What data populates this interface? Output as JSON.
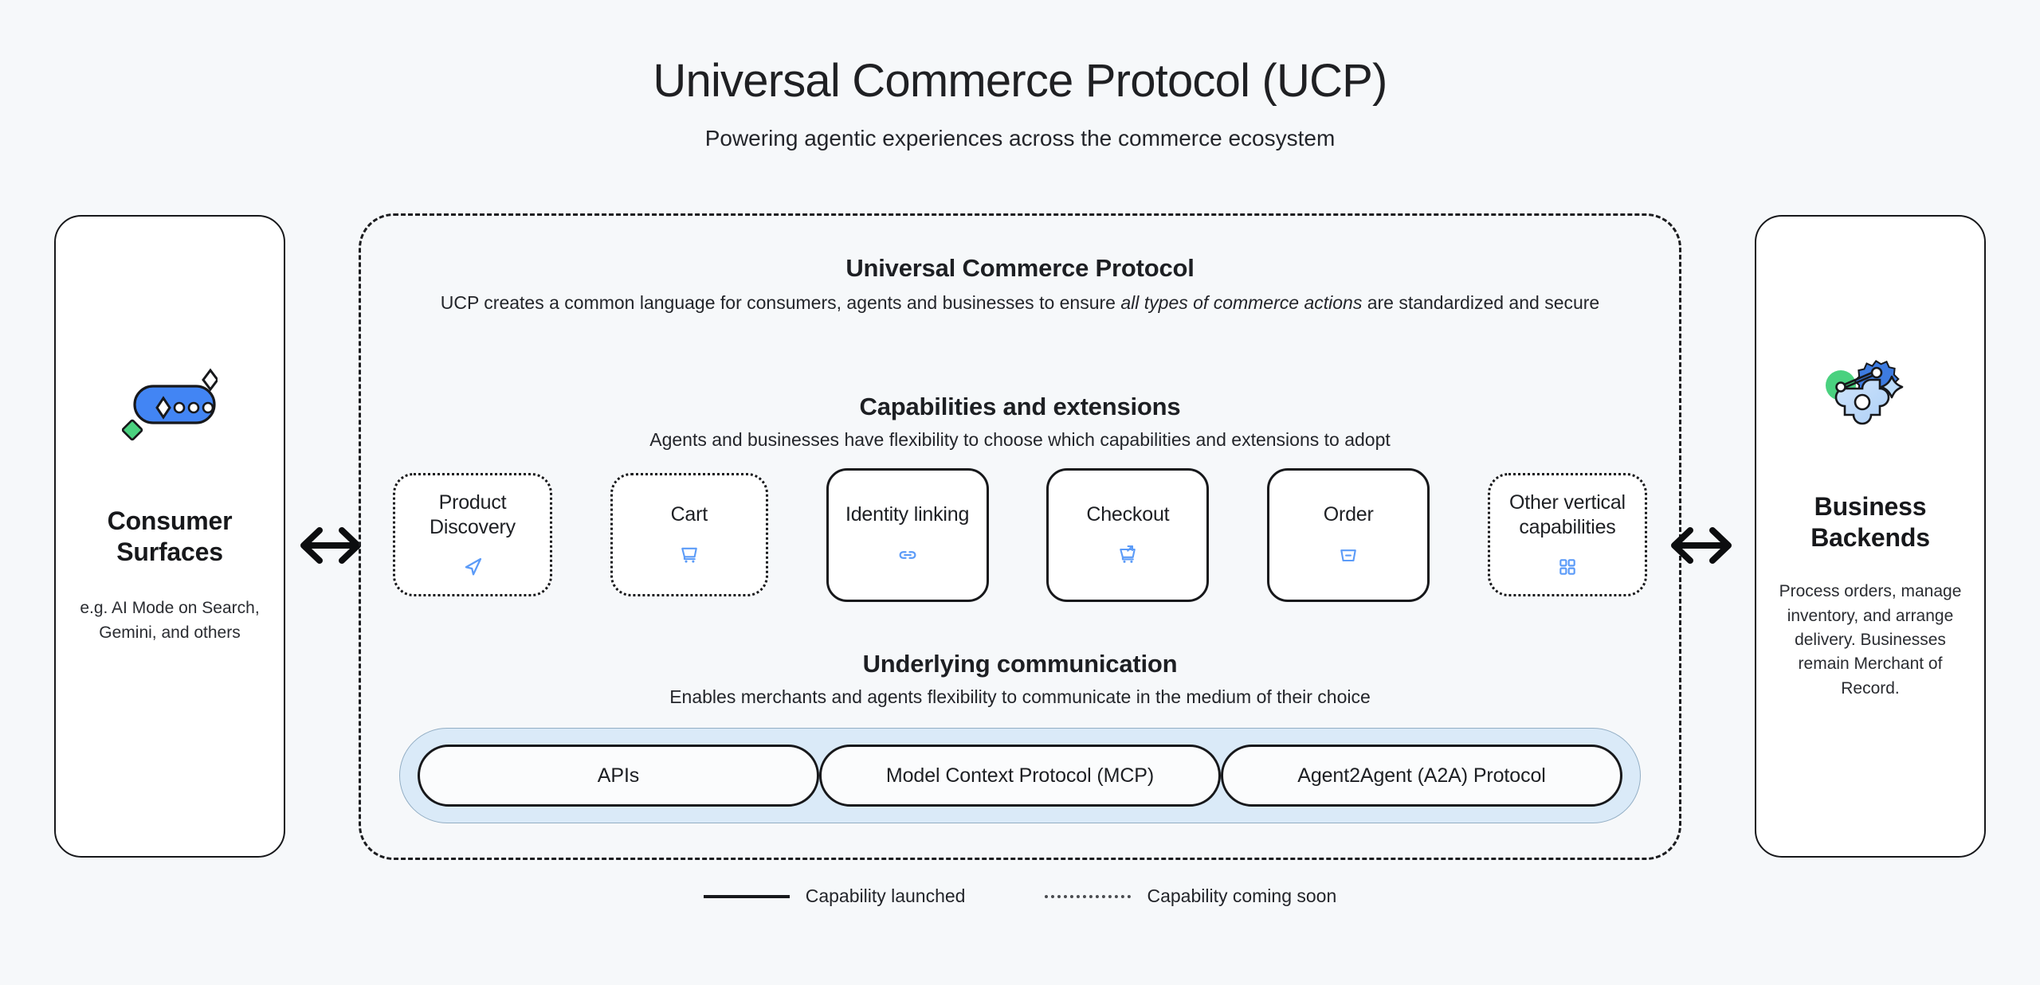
{
  "header": {
    "title": "Universal Commerce Protocol (UCP)",
    "subtitle": "Powering agentic experiences across the commerce ecosystem"
  },
  "left_panel": {
    "icon": "ai-chat-sparkle-icon",
    "title": "Consumer Surfaces",
    "description": "e.g. AI Mode on Search, Gemini, and others"
  },
  "right_panel": {
    "icon": "gears-settings-icon",
    "title": "Business Backends",
    "description": "Process orders, manage inventory, and arrange delivery. Businesses remain Merchant of Record."
  },
  "arrows": {
    "left": "bidirectional-arrow-icon",
    "right": "bidirectional-arrow-icon"
  },
  "ucp": {
    "title": "Universal Commerce Protocol",
    "description_before": "UCP creates a common language for consumers, agents and businesses to ensure ",
    "description_emphasis": "all types of commerce actions",
    "description_after": " are standardized and secure"
  },
  "capabilities": {
    "title": "Capabilities and extensions",
    "subtitle": "Agents and businesses have flexibility to choose which capabilities and extensions to adopt",
    "cards": [
      {
        "label": "Product Discovery",
        "status": "soon",
        "icon": "navigation-send-icon"
      },
      {
        "label": "Cart",
        "status": "soon",
        "icon": "shopping-cart-icon"
      },
      {
        "label": "Identity linking",
        "status": "launched",
        "icon": "link-chain-icon"
      },
      {
        "label": "Checkout",
        "status": "launched",
        "icon": "cart-checkout-arrow-icon"
      },
      {
        "label": "Order",
        "status": "launched",
        "icon": "basket-order-icon"
      },
      {
        "label": "Other vertical capabilities",
        "status": "soon",
        "icon": "grid-squares-icon"
      }
    ]
  },
  "communication": {
    "title": "Underlying communication",
    "subtitle": "Enables merchants and agents flexibility to communicate in the medium of their choice",
    "pills": [
      {
        "label": "APIs"
      },
      {
        "label": "Model Context Protocol (MCP)"
      },
      {
        "label": "Agent2Agent (A2A) Protocol"
      }
    ]
  },
  "legend": [
    {
      "style": "solid",
      "label": "Capability launched"
    },
    {
      "style": "dotted",
      "label": "Capability coming soon"
    }
  ],
  "colors": {
    "background": "#f6f8fa",
    "stroke": "#17181b",
    "accent_blue": "#4285f4",
    "icon_blue": "#5b9bf8",
    "accent_green": "#4ad17f",
    "band_blue": "#daeaf8"
  }
}
